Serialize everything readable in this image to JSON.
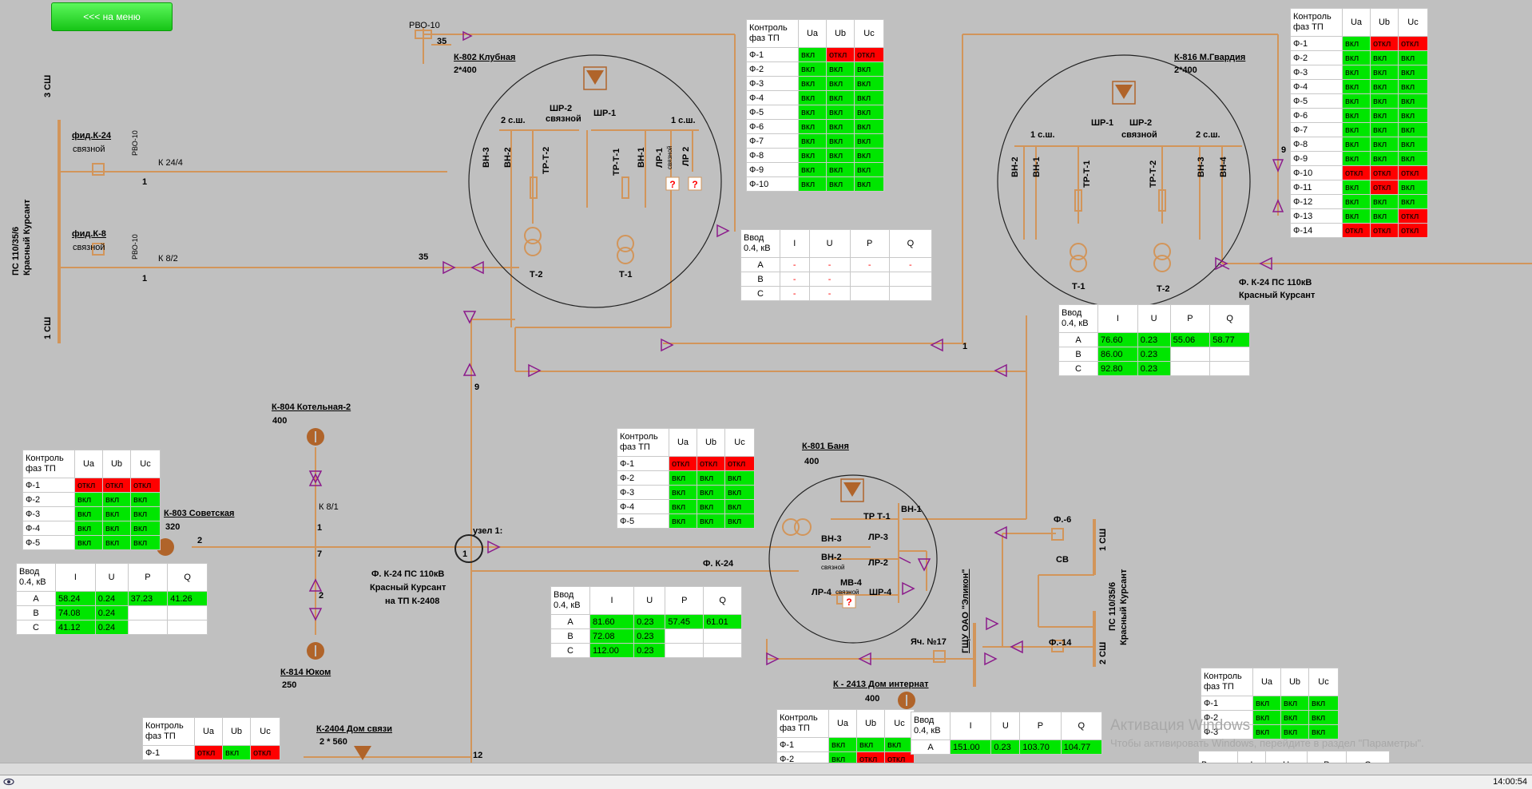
{
  "menu": {
    "label": "<<< на меню"
  },
  "labels": {
    "rvo10_top": "РВО-10",
    "n35_top": "35",
    "k802_title": "К-802 Клубная",
    "k802_cap": "2*400",
    "k816_title": "К-816 М.Гвардия",
    "k816_cap": "2*400",
    "cw3": "3 СШ",
    "cw1": "1 СШ",
    "ps_left_1": "ПС 110/35/6",
    "ps_left_2": "Красный Курсант",
    "fidk24": "фид.К-24",
    "fidk24_sub": "связной",
    "rvo10_a": "РВО-10",
    "k24_4": "К 24/4",
    "one_a": "1",
    "fidk8": "фид.К-8",
    "fidk8_sub": "связной",
    "rvo10_b": "РВО-10",
    "k8_2": "К 8/2",
    "one_b": "1",
    "n35_mid": "35",
    "sh1": "2 с.ш.",
    "shr2": "ШР-2",
    "svyaz1": "связной",
    "shr1": "ШР-1",
    "sh2": "1 с.ш.",
    "vn3": "ВН-3",
    "vn2": "ВН-2",
    "trt2": "ТР-Т-2",
    "trt1": "ТР-Т-1",
    "vn1": "ВН-1",
    "lr1": "ЛР-1",
    "lr1s": "связной",
    "lr2": "ЛР 2",
    "t2": "Т-2",
    "t1": "Т-1",
    "r_shr1": "ШР-1",
    "r_shr2": "ШР-2",
    "r_svyaz": "связной",
    "r_1sh": "1 с.ш.",
    "r_2sh": "2 с.ш.",
    "r_vn2": "ВН-2",
    "r_vn1": "ВН-1",
    "r_trt1": "ТР-Т-1",
    "r_trt2": "ТР-Т-2",
    "r_vn3": "ВН-3",
    "r_vn4": "ВН-4",
    "r_t1": "Т-1",
    "r_t2": "Т-2",
    "n9_right": "9",
    "fk24_right_1": "Ф. К-24 ПС 110кВ",
    "fk24_right_2": "Красный Курсант",
    "n1_mid": "1",
    "n9_mid": "9",
    "k804": "К-804 Котельная-2",
    "k804_cap": "400",
    "k8_1": "К 8/1",
    "n1_b": "1",
    "n7": "7",
    "n2_b": "2",
    "k814": "К-814 Юком",
    "k814_cap": "250",
    "k803": "К-803 Советская",
    "k803_cap": "320",
    "n2_a": "2",
    "uzel": "узел 1:",
    "n1_uzel": "1",
    "fk24_c_1": "Ф. К-24 ПС 110кВ",
    "fk24_c_2": "Красный Курсант",
    "fk24_c_3": "на ТП К-2408",
    "fk24_line": "Ф. К-24",
    "k801": "К-801 Баня",
    "k801_cap": "400",
    "trt1_b": "ТР Т-1",
    "vn1_b": "ВН-1",
    "vn3_b": "ВН-3",
    "lr3_b": "ЛР-3",
    "vn2_b": "ВН-2",
    "vn2_bs": "связной",
    "lr2_b": "ЛР-2",
    "mv4": "МВ-4",
    "mv4s": "связной",
    "lr4": "ЛР-4",
    "shr4": "ШР-4",
    "f6": "Ф.-6",
    "sv": "СВ",
    "f14": "Ф.-14",
    "r_1sh_b": "1 СШ",
    "r_2sh_b": "2 СШ",
    "ps_right_1": "ПС 110/35/6",
    "ps_right_2": "Красный Курсант",
    "gsh": "ГЩУ ОАО \"Эликон\"",
    "yach17": "Яч. №17",
    "k2413": "К - 2413 Дом интернат",
    "k2413_cap": "400",
    "k2404": "К-2404 Дом связи",
    "k2404_cap": "2 * 560",
    "n12": "12"
  },
  "tables": {
    "phase_k802": {
      "h1": "Контроль фаз ТП",
      "cols": [
        "Ua",
        "Ub",
        "Uc"
      ],
      "rows": [
        {
          "f": "Ф-1",
          "a": "вкл",
          "b": "откл",
          "c": "откл",
          "ca": "g",
          "cb": "r",
          "cc": "r"
        },
        {
          "f": "Ф-2",
          "a": "вкл",
          "b": "вкл",
          "c": "вкл",
          "ca": "g",
          "cb": "g",
          "cc": "g"
        },
        {
          "f": "Ф-3",
          "a": "вкл",
          "b": "вкл",
          "c": "вкл",
          "ca": "g",
          "cb": "g",
          "cc": "g"
        },
        {
          "f": "Ф-4",
          "a": "вкл",
          "b": "вкл",
          "c": "вкл",
          "ca": "g",
          "cb": "g",
          "cc": "g"
        },
        {
          "f": "Ф-5",
          "a": "вкл",
          "b": "вкл",
          "c": "вкл",
          "ca": "g",
          "cb": "g",
          "cc": "g"
        },
        {
          "f": "Ф-6",
          "a": "вкл",
          "b": "вкл",
          "c": "вкл",
          "ca": "g",
          "cb": "g",
          "cc": "g"
        },
        {
          "f": "Ф-7",
          "a": "вкл",
          "b": "вкл",
          "c": "вкл",
          "ca": "g",
          "cb": "g",
          "cc": "g"
        },
        {
          "f": "Ф-8",
          "a": "вкл",
          "b": "вкл",
          "c": "вкл",
          "ca": "g",
          "cb": "g",
          "cc": "g"
        },
        {
          "f": "Ф-9",
          "a": "вкл",
          "b": "вкл",
          "c": "вкл",
          "ca": "g",
          "cb": "g",
          "cc": "g"
        },
        {
          "f": "Ф-10",
          "a": "вкл",
          "b": "вкл",
          "c": "вкл",
          "ca": "g",
          "cb": "g",
          "cc": "g"
        }
      ]
    },
    "phase_k816": {
      "h1": "Контроль фаз ТП",
      "cols": [
        "Ua",
        "Ub",
        "Uc"
      ],
      "rows": [
        {
          "f": "Ф-1",
          "a": "вкл",
          "b": "откл",
          "c": "откл",
          "ca": "g",
          "cb": "r",
          "cc": "r"
        },
        {
          "f": "Ф-2",
          "a": "вкл",
          "b": "вкл",
          "c": "вкл",
          "ca": "g",
          "cb": "g",
          "cc": "g"
        },
        {
          "f": "Ф-3",
          "a": "вкл",
          "b": "вкл",
          "c": "вкл",
          "ca": "g",
          "cb": "g",
          "cc": "g"
        },
        {
          "f": "Ф-4",
          "a": "вкл",
          "b": "вкл",
          "c": "вкл",
          "ca": "g",
          "cb": "g",
          "cc": "g"
        },
        {
          "f": "Ф-5",
          "a": "вкл",
          "b": "вкл",
          "c": "вкл",
          "ca": "g",
          "cb": "g",
          "cc": "g"
        },
        {
          "f": "Ф-6",
          "a": "вкл",
          "b": "вкл",
          "c": "вкл",
          "ca": "g",
          "cb": "g",
          "cc": "g"
        },
        {
          "f": "Ф-7",
          "a": "вкл",
          "b": "вкл",
          "c": "вкл",
          "ca": "g",
          "cb": "g",
          "cc": "g"
        },
        {
          "f": "Ф-8",
          "a": "вкл",
          "b": "вкл",
          "c": "вкл",
          "ca": "g",
          "cb": "g",
          "cc": "g"
        },
        {
          "f": "Ф-9",
          "a": "вкл",
          "b": "вкл",
          "c": "вкл",
          "ca": "g",
          "cb": "g",
          "cc": "g"
        },
        {
          "f": "Ф-10",
          "a": "откл",
          "b": "откл",
          "c": "откл",
          "ca": "r",
          "cb": "r",
          "cc": "r"
        },
        {
          "f": "Ф-11",
          "a": "вкл",
          "b": "откл",
          "c": "вкл",
          "ca": "g",
          "cb": "r",
          "cc": "g"
        },
        {
          "f": "Ф-12",
          "a": "вкл",
          "b": "вкл",
          "c": "вкл",
          "ca": "g",
          "cb": "g",
          "cc": "g"
        },
        {
          "f": "Ф-13",
          "a": "вкл",
          "b": "вкл",
          "c": "откл",
          "ca": "g",
          "cb": "g",
          "cc": "r"
        },
        {
          "f": "Ф-14",
          "a": "откл",
          "b": "откл",
          "c": "откл",
          "ca": "r",
          "cb": "r",
          "cc": "r"
        }
      ]
    },
    "phase_k803": {
      "h1": "Контроль фаз ТП",
      "cols": [
        "Ua",
        "Ub",
        "Uc"
      ],
      "rows": [
        {
          "f": "Ф-1",
          "a": "откл",
          "b": "откл",
          "c": "откл",
          "ca": "r",
          "cb": "r",
          "cc": "r"
        },
        {
          "f": "Ф-2",
          "a": "вкл",
          "b": "вкл",
          "c": "вкл",
          "ca": "g",
          "cb": "g",
          "cc": "g"
        },
        {
          "f": "Ф-3",
          "a": "вкл",
          "b": "вкл",
          "c": "вкл",
          "ca": "g",
          "cb": "g",
          "cc": "g"
        },
        {
          "f": "Ф-4",
          "a": "вкл",
          "b": "вкл",
          "c": "вкл",
          "ca": "g",
          "cb": "g",
          "cc": "g"
        },
        {
          "f": "Ф-5",
          "a": "вкл",
          "b": "вкл",
          "c": "вкл",
          "ca": "g",
          "cb": "g",
          "cc": "g"
        }
      ]
    },
    "phase_k801": {
      "h1": "Контроль фаз ТП",
      "cols": [
        "Ua",
        "Ub",
        "Uc"
      ],
      "rows": [
        {
          "f": "Ф-1",
          "a": "откл",
          "b": "откл",
          "c": "откл",
          "ca": "r",
          "cb": "r",
          "cc": "r"
        },
        {
          "f": "Ф-2",
          "a": "вкл",
          "b": "вкл",
          "c": "вкл",
          "ca": "g",
          "cb": "g",
          "cc": "g"
        },
        {
          "f": "Ф-3",
          "a": "вкл",
          "b": "вкл",
          "c": "вкл",
          "ca": "g",
          "cb": "g",
          "cc": "g"
        },
        {
          "f": "Ф-4",
          "a": "вкл",
          "b": "вкл",
          "c": "вкл",
          "ca": "g",
          "cb": "g",
          "cc": "g"
        },
        {
          "f": "Ф-5",
          "a": "вкл",
          "b": "вкл",
          "c": "вкл",
          "ca": "g",
          "cb": "g",
          "cc": "g"
        }
      ]
    },
    "phase_bl": {
      "h1": "Контроль фаз ТП",
      "cols": [
        "Ua",
        "Ub",
        "Uc"
      ],
      "rows": [
        {
          "f": "Ф-1",
          "a": "откл",
          "b": "вкл",
          "c": "откл",
          "ca": "r",
          "cb": "g",
          "cc": "r"
        }
      ]
    },
    "phase_bc": {
      "h1": "Контроль фаз ТП",
      "cols": [
        "Ua",
        "Ub",
        "Uc"
      ],
      "rows": [
        {
          "f": "Ф-1",
          "a": "вкл",
          "b": "вкл",
          "c": "вкл",
          "ca": "g",
          "cb": "g",
          "cc": "g"
        },
        {
          "f": "Ф-2",
          "a": "вкл",
          "b": "откл",
          "c": "откл",
          "ca": "g",
          "cb": "r",
          "cc": "r"
        }
      ]
    },
    "phase_br": {
      "h1": "Контроль фаз ТП",
      "cols": [
        "Ua",
        "Ub",
        "Uc"
      ],
      "rows": [
        {
          "f": "Ф-1",
          "a": "вкл",
          "b": "вкл",
          "c": "вкл",
          "ca": "g",
          "cb": "g",
          "cc": "g"
        },
        {
          "f": "Ф-2",
          "a": "вкл",
          "b": "вкл",
          "c": "вкл",
          "ca": "g",
          "cb": "g",
          "cc": "g"
        },
        {
          "f": "Ф-3",
          "a": "вкл",
          "b": "вкл",
          "c": "вкл",
          "ca": "g",
          "cb": "g",
          "cc": "g"
        }
      ]
    },
    "vvod_k802": {
      "h": "Ввод 0.4, кВ",
      "cols": [
        "I",
        "U",
        "P",
        "Q"
      ],
      "rows": [
        {
          "ph": "A",
          "i": "-",
          "u": "-",
          "p": "-",
          "q": "-",
          "ci": "",
          "cu": "",
          "cp": "",
          "cq": ""
        },
        {
          "ph": "B",
          "i": "-",
          "u": "-",
          "p": "",
          "q": "",
          "ci": "",
          "cu": "",
          "cp": "",
          "cq": ""
        },
        {
          "ph": "C",
          "i": "-",
          "u": "-",
          "p": "",
          "q": "",
          "ci": "",
          "cu": "",
          "cp": "",
          "cq": ""
        }
      ]
    },
    "vvod_k816": {
      "h": "Ввод 0.4, кВ",
      "cols": [
        "I",
        "U",
        "P",
        "Q"
      ],
      "rows": [
        {
          "ph": "A",
          "i": "76.60",
          "u": "0.23",
          "p": "55.06",
          "q": "58.77",
          "ci": "g",
          "cu": "g",
          "cp": "g",
          "cq": "g"
        },
        {
          "ph": "B",
          "i": "86.00",
          "u": "0.23",
          "p": "",
          "q": "",
          "ci": "g",
          "cu": "g",
          "cp": "",
          "cq": ""
        },
        {
          "ph": "C",
          "i": "92.80",
          "u": "0.23",
          "p": "",
          "q": "",
          "ci": "g",
          "cu": "g",
          "cp": "",
          "cq": ""
        }
      ]
    },
    "vvod_k803": {
      "h": "Ввод 0.4, кВ",
      "cols": [
        "I",
        "U",
        "P",
        "Q"
      ],
      "rows": [
        {
          "ph": "A",
          "i": "58.24",
          "u": "0.24",
          "p": "37.23",
          "q": "41.26",
          "ci": "g",
          "cu": "g",
          "cp": "g",
          "cq": "g"
        },
        {
          "ph": "B",
          "i": "74.08",
          "u": "0.24",
          "p": "",
          "q": "",
          "ci": "g",
          "cu": "g",
          "cp": "",
          "cq": ""
        },
        {
          "ph": "C",
          "i": "41.12",
          "u": "0.24",
          "p": "",
          "q": "",
          "ci": "g",
          "cu": "g",
          "cp": "",
          "cq": ""
        }
      ]
    },
    "vvod_k801": {
      "h": "Ввод 0.4, кВ",
      "cols": [
        "I",
        "U",
        "P",
        "Q"
      ],
      "rows": [
        {
          "ph": "A",
          "i": "81.60",
          "u": "0.23",
          "p": "57.45",
          "q": "61.01",
          "ci": "g",
          "cu": "g",
          "cp": "g",
          "cq": "g"
        },
        {
          "ph": "B",
          "i": "72.08",
          "u": "0.23",
          "p": "",
          "q": "",
          "ci": "g",
          "cu": "g",
          "cp": "",
          "cq": ""
        },
        {
          "ph": "C",
          "i": "112.00",
          "u": "0.23",
          "p": "",
          "q": "",
          "ci": "g",
          "cu": "g",
          "cp": "",
          "cq": ""
        }
      ]
    },
    "vvod_k2413": {
      "h": "Ввод 0.4, кВ",
      "cols": [
        "I",
        "U",
        "P",
        "Q"
      ],
      "rows": [
        {
          "ph": "A",
          "i": "151.00",
          "u": "0.23",
          "p": "103.70",
          "q": "104.77",
          "ci": "g",
          "cu": "g",
          "cp": "g",
          "cq": "g"
        }
      ]
    },
    "vvod_br": {
      "h": "Ввод",
      "cols": [
        "I",
        "U",
        "P",
        "Q"
      ],
      "rows": []
    }
  },
  "watermark": {
    "line1": "Активация Windows",
    "line2": "Чтобы активировать Windows, перейдите в раздел \"Параметры\"."
  },
  "status": {
    "time": "14:00:54"
  },
  "colors": {
    "wire": "#d2955a",
    "marker": "#8b1a8b",
    "green": "#00e600",
    "red": "#ff0000"
  }
}
